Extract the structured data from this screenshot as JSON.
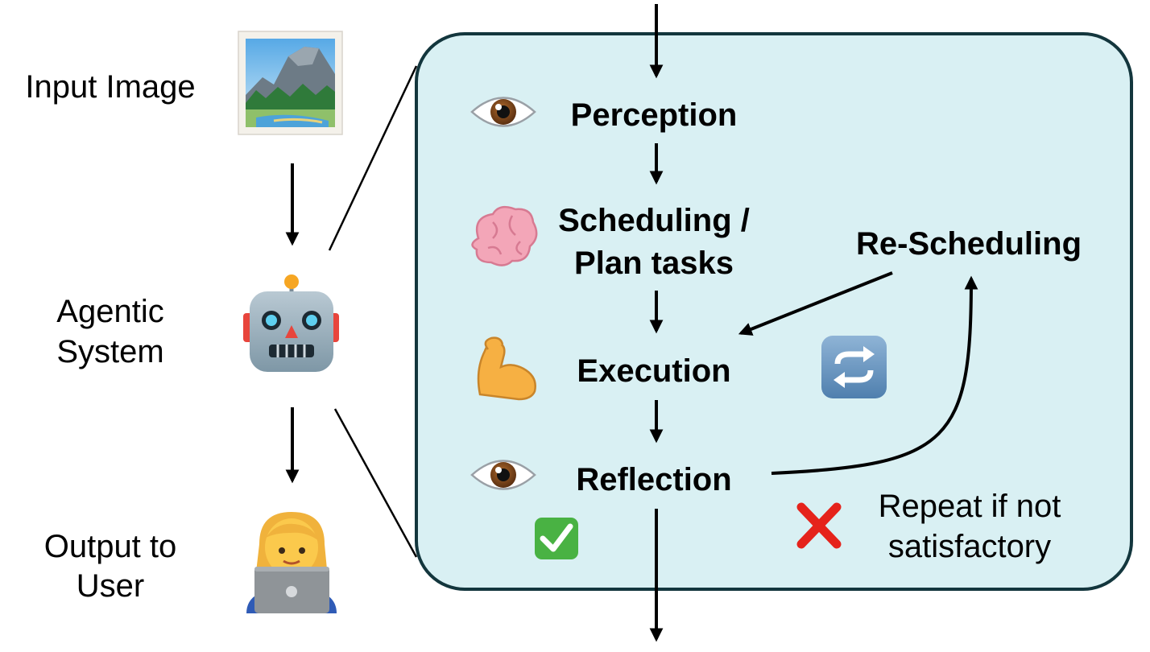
{
  "left_column": {
    "input_label": "Input Image",
    "agent_label_line1": "Agentic",
    "agent_label_line2": "System",
    "output_label_line1": "Output to",
    "output_label_line2": "User"
  },
  "loop_panel": {
    "perception": "Perception",
    "scheduling_line1": "Scheduling /",
    "scheduling_line2": "Plan tasks",
    "execution": "Execution",
    "reflection": "Reflection",
    "rescheduling": "Re-Scheduling",
    "repeat_line1": "Repeat if not",
    "repeat_line2": "satisfactory"
  },
  "icons": {
    "input_image": "landscape-picture-icon",
    "agent": "robot-icon",
    "user": "person-with-laptop-icon",
    "perception": "eye-icon",
    "scheduling": "brain-icon",
    "execution": "flexed-biceps-icon",
    "reflection": "eye-icon",
    "loop": "repeat-arrows-icon",
    "accept": "check-mark-icon",
    "reject": "cross-mark-icon"
  },
  "colors": {
    "panel_fill": "#d9f0f3",
    "panel_stroke": "#13363d",
    "arrow": "#000000"
  }
}
